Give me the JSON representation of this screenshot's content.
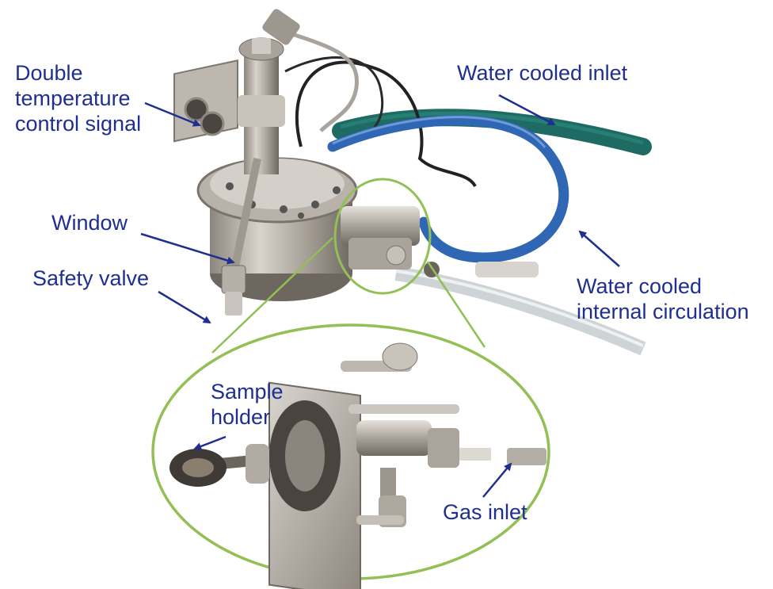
{
  "labels": {
    "double_temp": [
      "Double",
      "temperature",
      "control signal"
    ],
    "water_inlet": "Water cooled inlet",
    "window": "Window",
    "safety_valve": "Safety valve",
    "water_internal": [
      "Water cooled",
      "internal circulation"
    ],
    "sample_holder": [
      "Sample",
      "holder"
    ],
    "gas_inlet": "Gas inlet"
  },
  "colors": {
    "label_text": "#1f2f8f",
    "arrow": "#1f2f8f",
    "zoom_ellipse": "#93bf55",
    "metal": "#b9b3ab",
    "dark_metal": "#5d5750",
    "green_hose": "#1d6b63",
    "blue_hose": "#2f67b4"
  }
}
